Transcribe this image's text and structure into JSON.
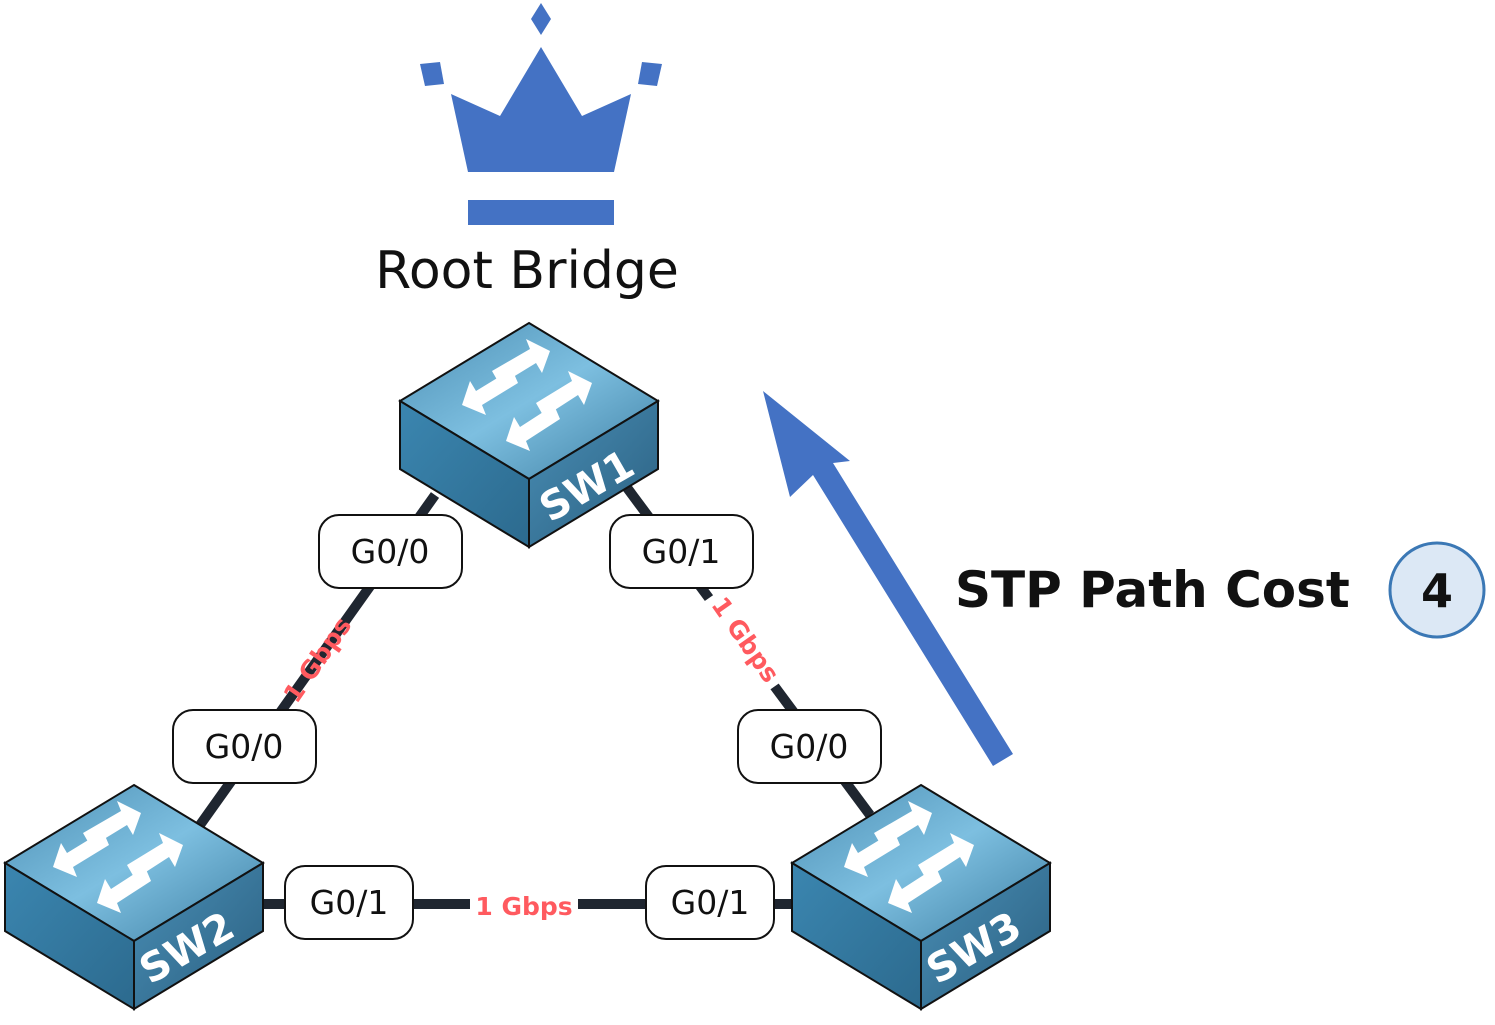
{
  "title": "Root Bridge",
  "colors": {
    "accent": "#4472c4",
    "link": "#1f2630",
    "speed": "#ff5a5f",
    "switch_top": "#6fb0d3",
    "switch_side": "#3a7fa6",
    "badge_fill": "#dce8f5",
    "badge_stroke": "#3b78b5"
  },
  "annotation": {
    "label": "STP Path Cost",
    "cost": "4"
  },
  "switches": [
    {
      "id": "SW1",
      "label": "SW1",
      "role": "root-bridge"
    },
    {
      "id": "SW2",
      "label": "SW2"
    },
    {
      "id": "SW3",
      "label": "SW3"
    }
  ],
  "links": [
    {
      "from": "SW1",
      "from_port": "G0/0",
      "to": "SW2",
      "to_port": "G0/0",
      "speed": "1 Gbps"
    },
    {
      "from": "SW1",
      "from_port": "G0/1",
      "to": "SW3",
      "to_port": "G0/0",
      "speed": "1 Gbps"
    },
    {
      "from": "SW2",
      "from_port": "G0/1",
      "to": "SW3",
      "to_port": "G0/1",
      "speed": "1 Gbps"
    }
  ]
}
